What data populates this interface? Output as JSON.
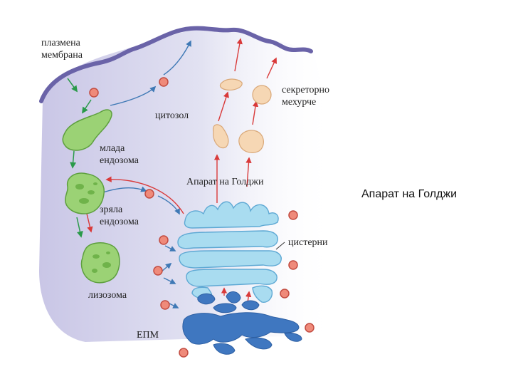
{
  "labels": {
    "plasma_membrane": [
      "плазмена",
      "мембрана"
    ],
    "cytosol": "цитозол",
    "early_endosome": [
      "млада",
      "ендозома"
    ],
    "late_endosome": [
      "зряла",
      "ендозома"
    ],
    "lysosome": "лизозома",
    "golgi": "Апарат на Голджи",
    "secretory_vesicle": [
      "секреторно",
      "мехурче"
    ],
    "cisternae": "цистерни",
    "er": "ЕПМ"
  },
  "side_title": "Апарат на Голджи",
  "colors": {
    "cytoplasm": "#dcdcf0",
    "membrane": "#6a63a8",
    "endosome": "#9bd275",
    "golgi": "#a9dcf0",
    "er": "#3f77c0",
    "vesicle_red": "#ef8a7a",
    "secretory": "#f6d7b4",
    "arrow_red": "#d93a3a",
    "arrow_green": "#2a9a4a",
    "arrow_blue": "#3f79b5"
  }
}
